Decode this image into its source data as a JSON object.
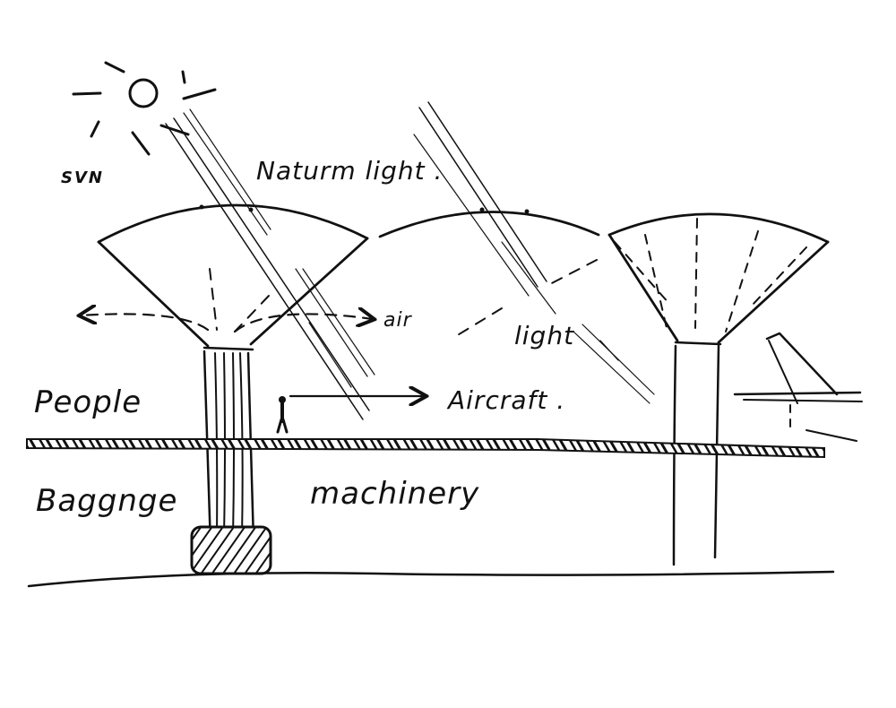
{
  "labels": {
    "sun": "SVN",
    "natural_light": "Naturm light .",
    "air": "air",
    "light": "light",
    "people": "People",
    "aircraft": "Aircraft .",
    "baggage": "Baggnge",
    "machinery": "machinery"
  },
  "colors": {
    "ink": "#111111",
    "paper": "#ffffff"
  }
}
